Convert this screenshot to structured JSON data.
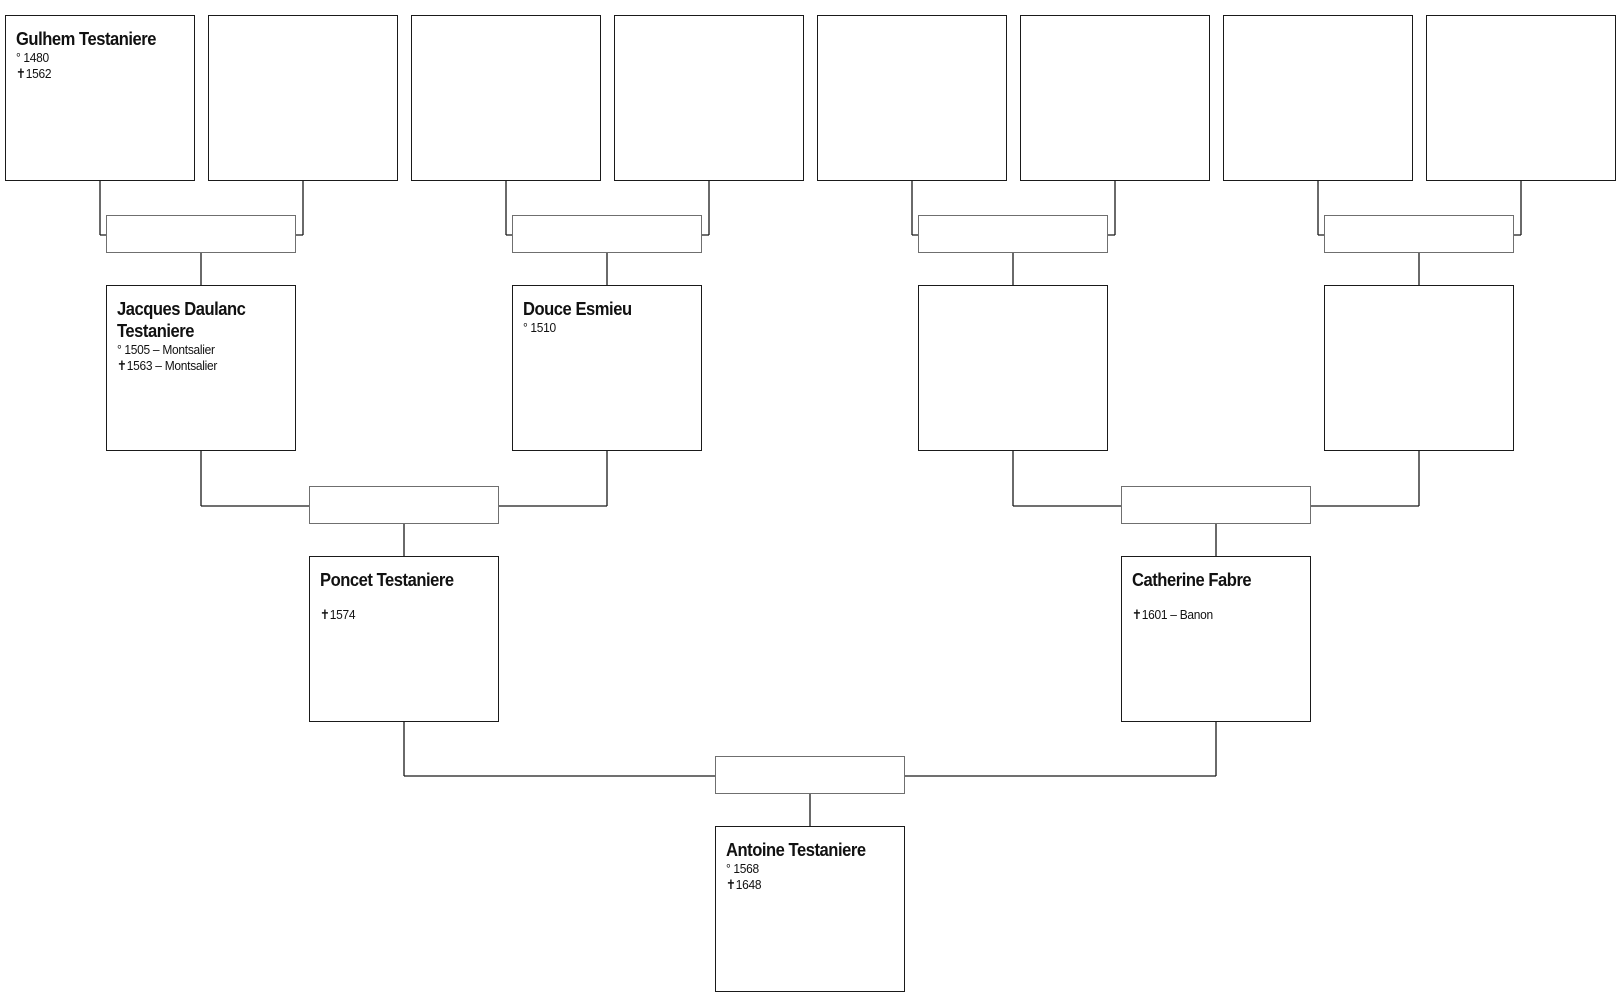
{
  "symbols": {
    "birth": "°",
    "death": "✝"
  },
  "people": {
    "gen4_1": {
      "name": "Gulhem Testaniere",
      "facts": [
        {
          "type": "birth",
          "text": "1480"
        },
        {
          "type": "death",
          "text": "1562"
        }
      ]
    },
    "gen4_2": {
      "name": "",
      "facts": []
    },
    "gen4_3": {
      "name": "",
      "facts": []
    },
    "gen4_4": {
      "name": "",
      "facts": []
    },
    "gen4_5": {
      "name": "",
      "facts": []
    },
    "gen4_6": {
      "name": "",
      "facts": []
    },
    "gen4_7": {
      "name": "",
      "facts": []
    },
    "gen4_8": {
      "name": "",
      "facts": []
    },
    "gen3_1": {
      "name": "Jacques Daulanc Testaniere",
      "facts": [
        {
          "type": "birth",
          "text": "1505 – Montsalier"
        },
        {
          "type": "death",
          "text": "1563 – Montsalier"
        }
      ]
    },
    "gen3_2": {
      "name": "Douce Esmieu",
      "facts": [
        {
          "type": "birth",
          "text": "1510"
        }
      ]
    },
    "gen3_3": {
      "name": "",
      "facts": []
    },
    "gen3_4": {
      "name": "",
      "facts": []
    },
    "gen2_1": {
      "name": "Poncet Testaniere",
      "facts": [
        {
          "type": "gap",
          "text": ""
        },
        {
          "type": "death",
          "text": "1574"
        }
      ]
    },
    "gen2_2": {
      "name": "Catherine Fabre",
      "facts": [
        {
          "type": "gap",
          "text": ""
        },
        {
          "type": "death",
          "text": "1601 – Banon"
        }
      ]
    },
    "gen1_1": {
      "name": "Antoine Testaniere",
      "facts": [
        {
          "type": "birth",
          "text": "1568"
        },
        {
          "type": "death",
          "text": "1648"
        }
      ]
    }
  }
}
